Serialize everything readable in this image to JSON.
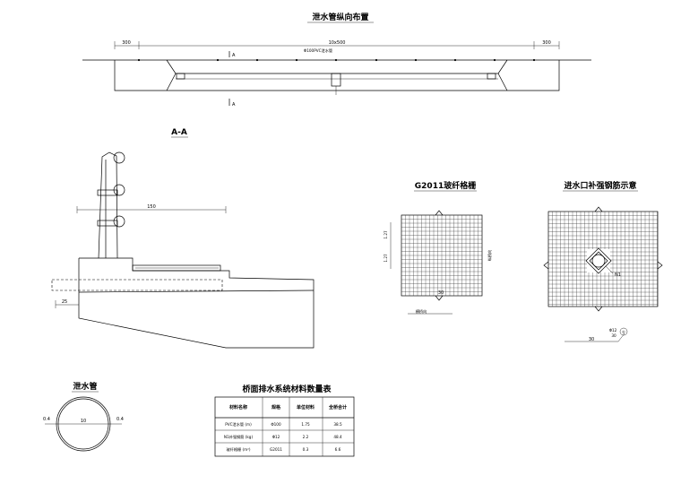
{
  "titles": {
    "longitudinal": "泄水管纵向布置",
    "section": "A-A",
    "grid": "G2011玻纤格栅",
    "rebar": "进水口补强钢筋示意",
    "pipe": "泄水管",
    "table": "桥面排水系统材料数量表"
  },
  "longitudinal": {
    "dim_left": "300",
    "dim_mid": "10x500",
    "dim_right": "300",
    "pipe_label": "Φ100PVC泄水管",
    "cut_top": "A",
    "cut_bottom": "A"
  },
  "section": {
    "dim_150": "150",
    "dim_25": "25"
  },
  "grid_detail": {
    "dim_127_top": "1.27",
    "dim_127_bottom": "1.27",
    "dim_30": "30",
    "dir_label_bottom": "横桥向",
    "dir_label_side": "纵桥向"
  },
  "rebar_detail": {
    "label_n1": "N1",
    "label_dia": "Φ12",
    "label_len": "30",
    "label_circle": "①",
    "dim_30": "30"
  },
  "pipe_detail": {
    "dim_left": "0.4",
    "dim_mid": "10",
    "dim_right": "0.4"
  },
  "table": {
    "headers": [
      "材料名称",
      "规格",
      "单位材料",
      "全桥合计"
    ],
    "rows": [
      [
        "PVC泄水管 (m)",
        "Φ100",
        "1.75",
        "38.5"
      ],
      [
        "N1补强钢筋 (kg)",
        "Φ12",
        "2.2",
        "48.4"
      ],
      [
        "玻纤格栅 (m²)",
        "G2011",
        "0.3",
        "6.6"
      ]
    ]
  }
}
